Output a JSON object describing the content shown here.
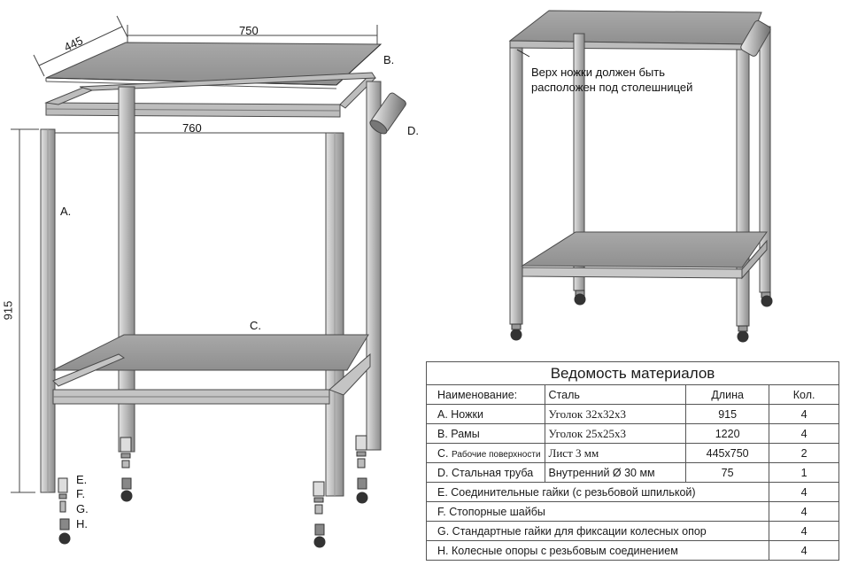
{
  "dimensions": {
    "top_width": "750",
    "top_depth": "445",
    "frame_width": "760",
    "height": "915"
  },
  "part_labels": {
    "a": "A.",
    "b": "B.",
    "c": "C.",
    "d": "D.",
    "e": "E.",
    "f": "F.",
    "g": "G.",
    "h": "H."
  },
  "note": {
    "line1": "Верх ножки должен быть",
    "line2": "расположен под столешницей"
  },
  "bom": {
    "title": "Ведомость материалов",
    "headers": {
      "name": "Наименование:",
      "material": "Сталь",
      "length": "Длина",
      "qty": "Кол."
    },
    "rows": [
      {
        "name": "A. Ножки",
        "material": "Уголок 32x32x3",
        "length": "915",
        "qty": "4"
      },
      {
        "name": "B. Рамы",
        "material": "Уголок 25x25x3",
        "length": "1220",
        "qty": "4"
      },
      {
        "name": "C.",
        "name_extra": "Рабочие поверхности",
        "material": "Лист 3 мм",
        "length": "445x750",
        "qty": "2"
      },
      {
        "name": "D. Стальная труба",
        "material": "Внутренний Ø 30 мм",
        "length": "75",
        "qty": "1"
      },
      {
        "name": "E. Соединительные гайки (с резьбовой шпилькой)",
        "qty": "4"
      },
      {
        "name": "F. Стопорные шайбы",
        "qty": "4"
      },
      {
        "name": "G. Стандартные гайки для фиксации колесных опор",
        "qty": "4"
      },
      {
        "name": "H. Колесные опоры с резьбовым соединением",
        "qty": "4"
      }
    ]
  },
  "colors": {
    "steel_light": "#d0d0d0",
    "steel_mid": "#a9a9a9",
    "steel_dark": "#6f6f6f",
    "sheet": "#9a9a9a",
    "outline": "#4a4a4a"
  }
}
